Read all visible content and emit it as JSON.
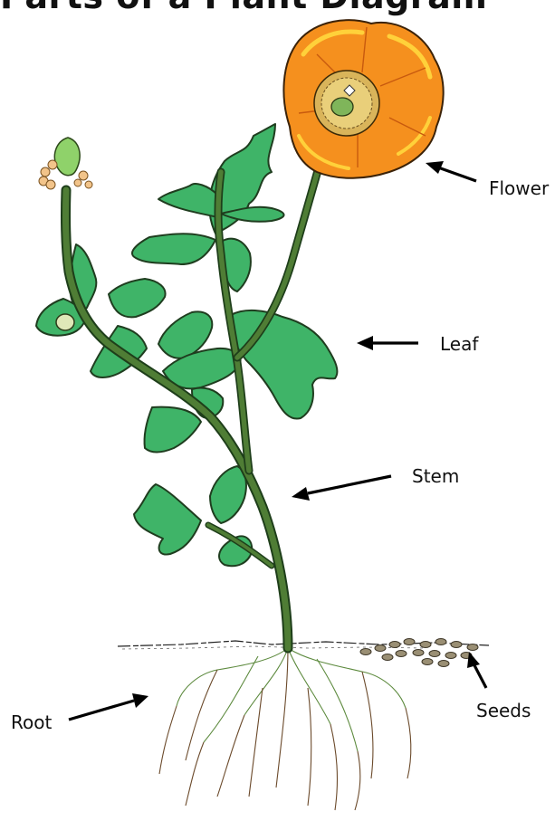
{
  "title": "Parts of a Plant Diagram",
  "labels": {
    "flower": "Flower",
    "leaf": "Leaf",
    "stem": "Stem",
    "root": "Root",
    "seeds": "Seeds"
  },
  "colors": {
    "petal": "#f5901e",
    "petal_light": "#ffd13a",
    "leaf": "#3fb468",
    "stem": "#4f7d35",
    "seed": "#9a8f74"
  }
}
